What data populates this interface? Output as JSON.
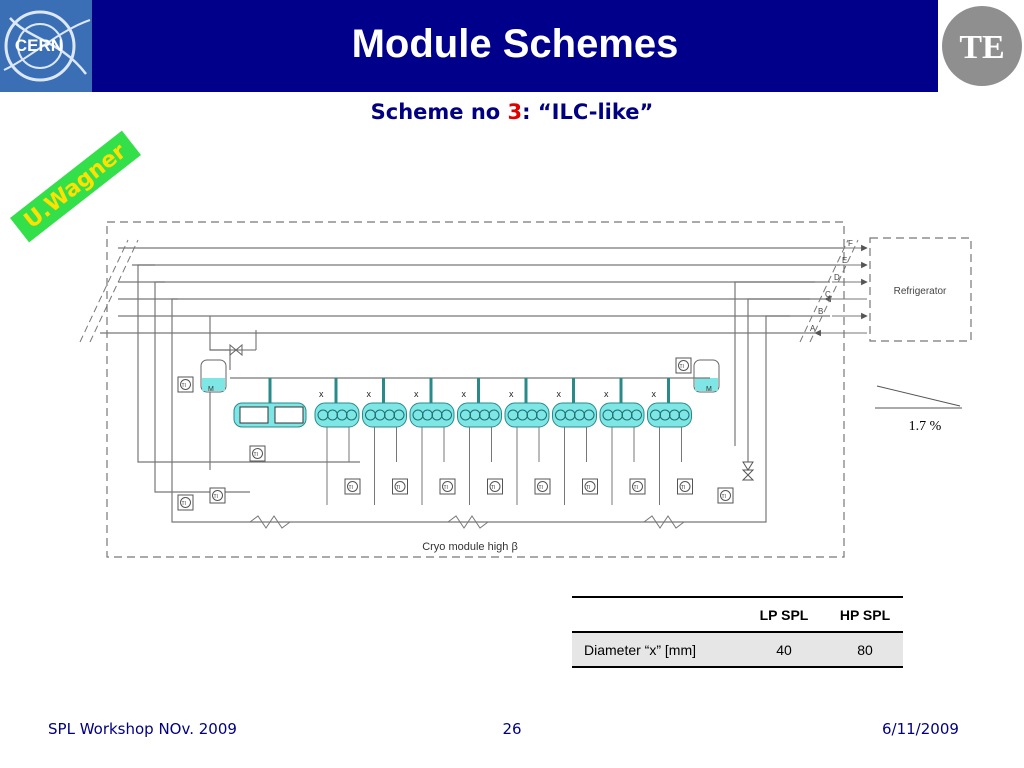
{
  "header": {
    "title": "Module Schemes",
    "left_logo": "CERN",
    "right_logo": "TE"
  },
  "subtitle": {
    "prefix": "Scheme no ",
    "number": "3",
    "suffix": ": “ILC-like”"
  },
  "credit": "U.Wagner",
  "diagram": {
    "caption_prefix": "Cryo module high ",
    "caption_beta": "β",
    "refrigerator": "Refrigerator",
    "line_labels": [
      "F",
      "E",
      "D",
      "C",
      "B",
      "A"
    ],
    "slope": "1.7 %",
    "cavity_mark": "x",
    "valve_mark": "TI",
    "pressure_mark": "M"
  },
  "table": {
    "headers": [
      "",
      "LP SPL",
      "HP SPL"
    ],
    "rows": [
      {
        "label": "Diameter “x” [mm]",
        "lp": "40",
        "hp": "80"
      }
    ]
  },
  "footer": {
    "left": "SPL Workshop NOv. 2009",
    "page": "26",
    "date": "6/11/2009"
  },
  "colors": {
    "header": "#00008b",
    "accent": "#e00000",
    "subtitle": "#000080",
    "credit_bg": "#33e04a",
    "credit_text": "#ffe000",
    "cavity": "#7fe6e6"
  }
}
